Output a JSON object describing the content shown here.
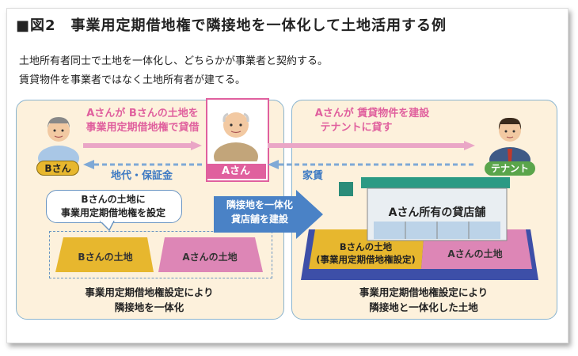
{
  "title": "■図2　事業用定期借地権で隣接地を一体化して土地活用する例",
  "intro": [
    "土地所有者同士で土地を一体化し、どちらかが事業者と契約する。",
    "賃貸物件を事業者ではなく土地所有者が建てる。"
  ],
  "left": {
    "b_person": "Bさん",
    "a_person": "Aさん",
    "arrow_top_text": [
      "Aさんが Bさんの土地を",
      "事業用定期借地権で貸借"
    ],
    "arrow_bottom_text": "地代・保証金",
    "bubble": [
      "Bさんの土地に",
      "事業用定期借地権を設定"
    ],
    "b_land": "Bさんの土地",
    "a_land": "Aさんの土地",
    "caption": [
      "事業用定期借地権設定により",
      "隣接地を一体化"
    ]
  },
  "middle_arrow": [
    "隣接地を一体化",
    "貸店舗を建設"
  ],
  "right": {
    "tenant": "テナント",
    "arrow_top_text": [
      "Aさんが 賃貸物件を建設",
      "テナントに貸す"
    ],
    "arrow_bottom_text": "家賃",
    "store": "Aさん所有の貸店舗",
    "b_land": [
      "Bさんの土地",
      "(事業用定期借地権設定)"
    ],
    "a_land": "Aさんの土地",
    "caption": [
      "事業用定期借地権設定により",
      "隣接地と一体化した土地"
    ]
  },
  "colors": {
    "pink": "#e0609e",
    "blue": "#3d7ac3",
    "yellow": "#e7b72e",
    "panel": "#fdf1dc",
    "green": "#5aa54b"
  }
}
